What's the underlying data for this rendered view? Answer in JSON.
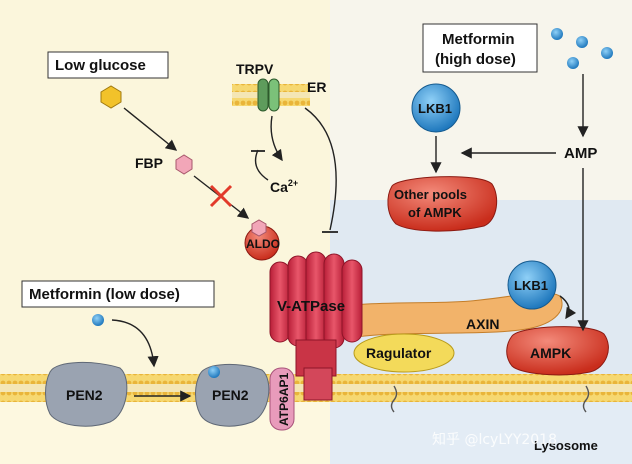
{
  "labels": {
    "low_glucose": "Low glucose",
    "trpv": "TRPV",
    "er": "ER",
    "fbp": "FBP",
    "ca": "Ca",
    "ca_sup": "2+",
    "aldo": "ALDO",
    "v_atpase": "V-ATPase",
    "metformin_low": "Metformin (low dose)",
    "metformin_high_1": "Metformin",
    "metformin_high_2": "(high dose)",
    "lkb1_top": "LKB1",
    "amp": "AMP",
    "other_pools_1": "Other pools",
    "other_pools_2": "of AMPK",
    "lkb1_right": "LKB1",
    "axin": "AXIN",
    "ragulator": "Ragulator",
    "ampk": "AMPK",
    "pen2_left": "PEN2",
    "pen2_right": "PEN2",
    "atp6ap1": "ATP6AP1",
    "lysosome": "Lysosome",
    "watermark": "知乎 @lcyLYY2018"
  },
  "colors": {
    "bg_left": "#fbf6dc",
    "bg_right": "#e3ecf5",
    "v_atpase": "#d9304a",
    "lkb1": "#2f96d6",
    "ampk": "#e2452a",
    "axin": "#f2b36a",
    "ragulator": "#f3da5a",
    "pen2": "#9aa3b1",
    "atp6ap1": "#e89bbb",
    "membrane": "#f0c84a",
    "inhibit_cross": "#e23a2a"
  }
}
